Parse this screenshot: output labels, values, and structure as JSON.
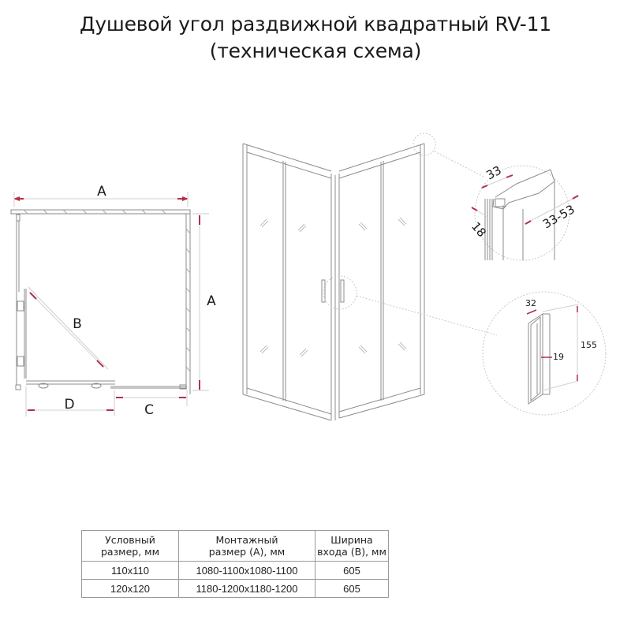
{
  "title": {
    "line1": "Душевой угол раздвижной квадратный RV-11",
    "line2": "(техническая схема)"
  },
  "plan_view": {
    "labels": {
      "top_width": "A",
      "right_depth": "A",
      "diagonal": "B",
      "bottom_left": "D",
      "bottom_right": "C"
    }
  },
  "profile_detail": {
    "labels": {
      "top_width": "33",
      "side_depth": "18",
      "adjustment": "33-53"
    }
  },
  "handle_detail": {
    "labels": {
      "width": "32",
      "depth": "19",
      "height": "155"
    }
  },
  "colors": {
    "line": "#8c8c8c",
    "dimension_arrow": "#b0304a",
    "dashed_callout": "#c8c8c8"
  },
  "specs_table": {
    "headers": [
      {
        "line1": "Условный",
        "line2": "размер, мм"
      },
      {
        "line1": "Монтажный",
        "line2": "размер (А), мм"
      },
      {
        "line1": "Ширина",
        "line2": "входа (В), мм"
      }
    ],
    "rows": [
      {
        "size": "110x110",
        "mount": "1080-1100x1080-1100",
        "entry": "605"
      },
      {
        "size": "120x120",
        "mount": "1180-1200x1180-1200",
        "entry": "605"
      }
    ]
  }
}
